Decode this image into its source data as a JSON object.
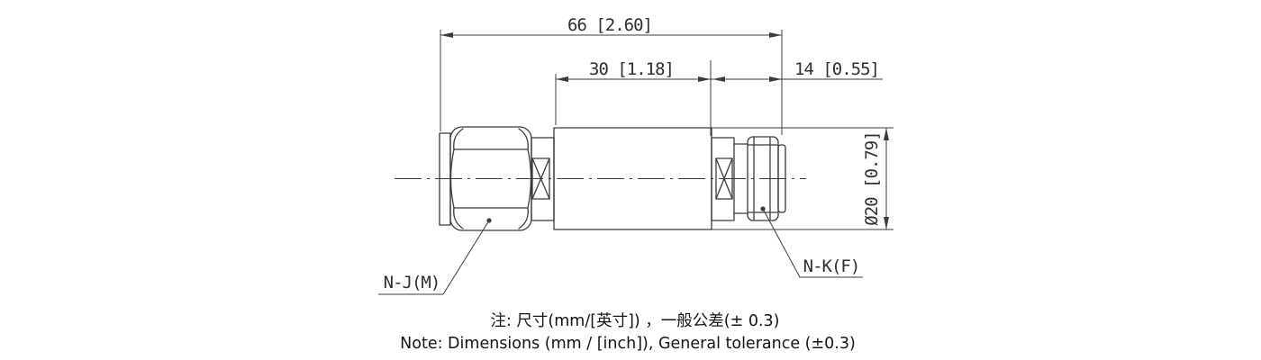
{
  "drawing": {
    "type_note": "engineering drawing of N-male to N-female RF adapter",
    "dimensions": {
      "overall_length": "66 [2.60]",
      "body_length": "30 [1.18]",
      "right_section_length": "14 [0.55]",
      "body_diameter": "Ø20 [0.79]"
    },
    "labels": {
      "left_connector": "N-J(M)",
      "right_connector": "N-K(F)"
    },
    "notes": {
      "line_zh": "注: 尺寸(mm/[英寸]) ，一般公差(± 0.3)",
      "line_en": "Note: Dimensions (mm / [inch]), General tolerance (±0.3)"
    },
    "colors": {
      "line": "#3b3b3b",
      "dim_text": "#2f2f2f",
      "note_text": "#141414",
      "background": "#ffffff"
    }
  }
}
